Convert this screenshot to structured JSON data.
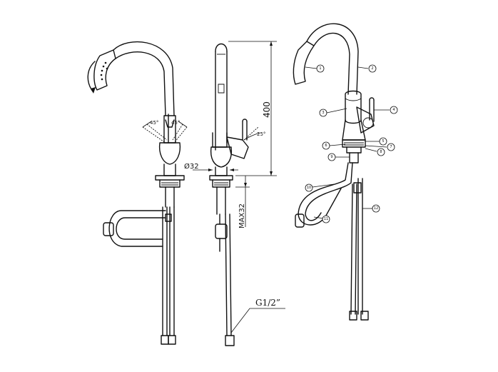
{
  "dimensions": {
    "diameter": "Ø32",
    "height": "400",
    "max_thickness": "MAX32",
    "thread": "G1/2”",
    "angle_left": "45°",
    "angle_right": "45°",
    "tilt_angle": "25°"
  },
  "parts": [
    {
      "id": 1,
      "label": "1"
    },
    {
      "id": 2,
      "label": "2"
    },
    {
      "id": 3,
      "label": "3"
    },
    {
      "id": 4,
      "label": "4"
    },
    {
      "id": 5,
      "label": "5"
    },
    {
      "id": 6,
      "label": "6"
    },
    {
      "id": 7,
      "label": "7"
    },
    {
      "id": 8,
      "label": "8"
    },
    {
      "id": 9,
      "label": "9"
    },
    {
      "id": 10,
      "label": "10"
    },
    {
      "id": 11,
      "label": "11"
    },
    {
      "id": 12,
      "label": "12"
    }
  ]
}
